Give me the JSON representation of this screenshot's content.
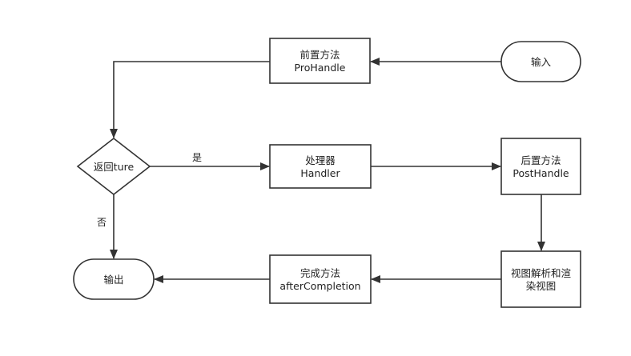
{
  "nodes": {
    "input": {
      "lines": [
        "输入"
      ]
    },
    "pre_handle": {
      "lines": [
        "前置方法",
        "ProHandle"
      ]
    },
    "decision": {
      "lines": [
        "返回ture"
      ]
    },
    "handler": {
      "lines": [
        "处理器",
        "Handler"
      ]
    },
    "post_handle": {
      "lines": [
        "后置方法",
        "PostHandle"
      ]
    },
    "render": {
      "lines": [
        "视图解析和渲",
        "染视图"
      ]
    },
    "after_completion": {
      "lines": [
        "完成方法",
        "afterCompletion"
      ]
    },
    "output": {
      "lines": [
        "输出"
      ]
    }
  },
  "edges": {
    "yes_label": "是",
    "no_label": "否"
  },
  "colors": {
    "stroke": "#333333",
    "fill": "#ffffff",
    "text": "#222222"
  }
}
